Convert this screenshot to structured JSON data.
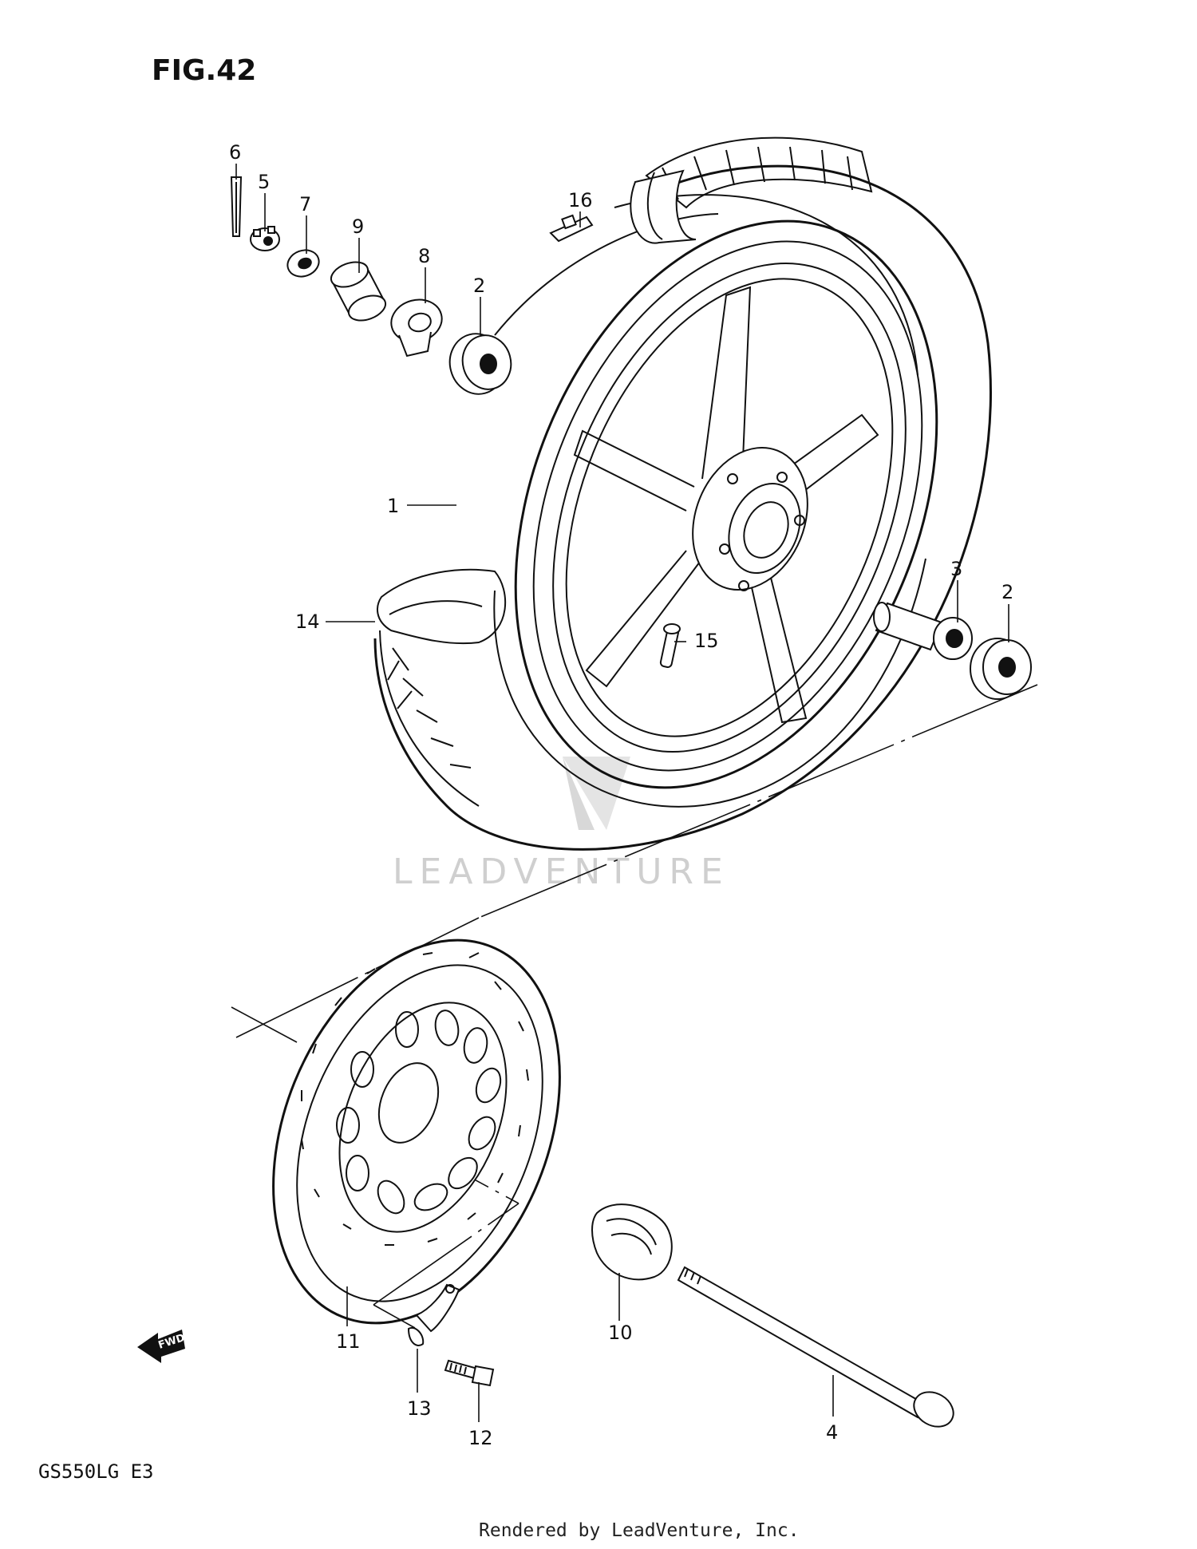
{
  "figure": {
    "title": "FIG.42",
    "model": "GS550LG E3",
    "credit": "Rendered by LeadVenture, Inc.",
    "watermark": "LEADVENTURE",
    "fwd_label": "FWD"
  },
  "callouts": [
    {
      "id": "1",
      "text": "1"
    },
    {
      "id": "2a",
      "text": "2"
    },
    {
      "id": "2b",
      "text": "2"
    },
    {
      "id": "3",
      "text": "3"
    },
    {
      "id": "4",
      "text": "4"
    },
    {
      "id": "5",
      "text": "5"
    },
    {
      "id": "6",
      "text": "6"
    },
    {
      "id": "7",
      "text": "7"
    },
    {
      "id": "8",
      "text": "8"
    },
    {
      "id": "9",
      "text": "9"
    },
    {
      "id": "10",
      "text": "10"
    },
    {
      "id": "11",
      "text": "11"
    },
    {
      "id": "12",
      "text": "12"
    },
    {
      "id": "13",
      "text": "13"
    },
    {
      "id": "14",
      "text": "14"
    },
    {
      "id": "15",
      "text": "15"
    },
    {
      "id": "16",
      "text": "16"
    }
  ]
}
